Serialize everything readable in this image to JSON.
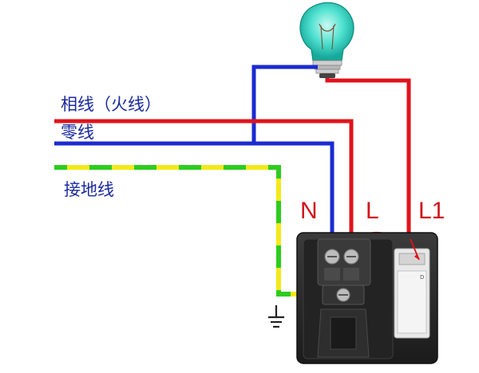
{
  "wire_labels": {
    "live": "相线（火线）",
    "neutral": "零线",
    "ground": "接地线"
  },
  "terminal_labels": {
    "n": "N",
    "l": "L",
    "l1": "L1"
  },
  "switch_mark": "D",
  "colors": {
    "live_wire": "#e0131b",
    "neutral_wire": "#1a2bd0",
    "ground_green": "#2ecc1f",
    "ground_yellow": "#f2ea1a",
    "label_text": "#1a2a9c",
    "terminal_text": "#d0141a",
    "socket_body": "#2a2a2a"
  }
}
